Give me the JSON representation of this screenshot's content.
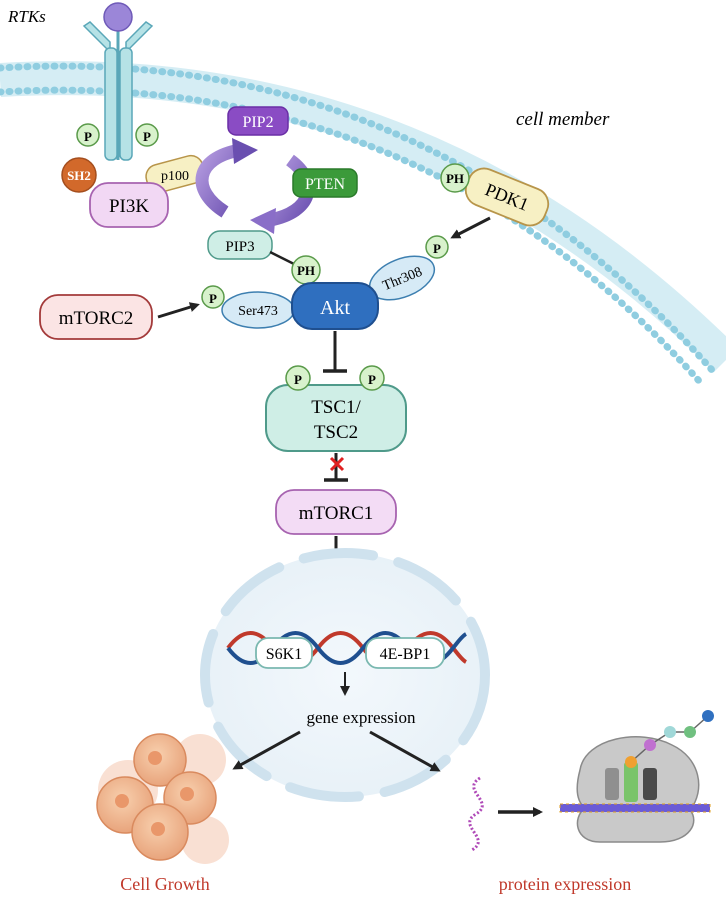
{
  "labels": {
    "rtks": "RTKs",
    "cell_member": "cell member",
    "sh2": "SH2",
    "p": "P",
    "p100": "p100",
    "pi3k": "PI3K",
    "pip2": "PIP2",
    "pten": "PTEN",
    "pip3": "PIP3",
    "ph": "PH",
    "pdk1": "PDK1",
    "thr308": "Thr308",
    "akt": "Akt",
    "ser473": "Ser473",
    "mtorc2": "mTORC2",
    "tsc_line1": "TSC1/",
    "tsc_line2": "TSC2",
    "mtorc1": "mTORC1",
    "s6k1": "S6K1",
    "eif4ebp1": "4E-BP1",
    "gene_expression": "gene expression",
    "cell_growth": "Cell Growth",
    "protein_expression": "protein expression"
  },
  "colors": {
    "membrane": "#8fcde0",
    "akt": "#2f6fbf",
    "pip2": "#8a4cc4",
    "pten": "#3b9a3a",
    "pi3k": "#f2d8f4",
    "sh2": "#d2692b",
    "p100": "#f7f0c4",
    "tsc": "#cfeee6",
    "mtorc1": "#f3dcf5",
    "mtorc2": "#fbe4e4",
    "phospho": "#d8f2cc",
    "output_text": "#c0392b"
  }
}
